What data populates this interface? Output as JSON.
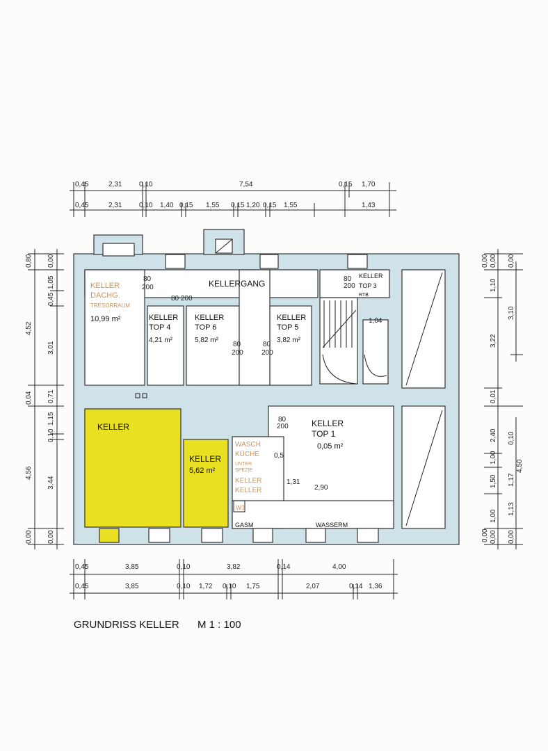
{
  "title": "GRUNDRISS KELLER",
  "scale": "M 1 : 100",
  "colors": {
    "wall": "#cfe2ea",
    "highlight": "#e8e020",
    "note": "#c9955a"
  },
  "rooms": {
    "kellergang": "KELLERGANG",
    "dach_line1": "KELLER",
    "dach_line2": "DACHG.",
    "dach_line3": "TRESORRAUM",
    "dach_area": "10,99 m²",
    "top4_line1": "KELLER",
    "top4_line2": "TOP 4",
    "top4_area": "4,21 m²",
    "top6_line1": "KELLER",
    "top6_line2": "TOP 6",
    "top6_area": "5,82 m²",
    "top5_line1": "KELLER",
    "top5_line2": "TOP 5",
    "top5_area": "3,82 m²",
    "top3_line1": "KELLER",
    "top3_line2": "TOP 3",
    "top3_line3": "RTB",
    "top1_line1": "KELLER",
    "top1_line2": "TOP 1",
    "top1_area": "0,05 m²",
    "keller_big": "KELLER",
    "keller_small": "KELLER",
    "keller_small_area": "5,62 m²",
    "wasch1": "WASCH",
    "wasch2": "KÜCHE",
    "wasch3": "UNTER",
    "wasch4": "SPEZIE",
    "wasch5": "KELLER",
    "wasch6": "KELLER",
    "w1": "W1",
    "gasm": "GASM",
    "wasserm": "WASSERM"
  },
  "doors": {
    "d1a": "80",
    "d1b": "200",
    "d2a": "80",
    "d2b": "200",
    "d3a": "80",
    "d3b": "200",
    "d4a": "80",
    "d4b": "200",
    "d5a": "80",
    "d5b": "200",
    "d6": "80 200",
    "d7": "1,04",
    "d8": "2,90",
    "d9": "1,31",
    "d10": "0,5"
  },
  "dims_top1": [
    "0,45",
    "2,31",
    "0,10",
    "7,54",
    "0,15",
    "1,70"
  ],
  "dims_top2": [
    "0,45",
    "2,31",
    "0,10",
    "1,40",
    "0,15",
    "1,55",
    "0,15",
    "1,20",
    "0,15",
    "1,55",
    "1,43"
  ],
  "dims_bot1": [
    "0,45",
    "3,85",
    "0,10",
    "3,82",
    "0,14",
    "4,00"
  ],
  "dims_bot2": [
    "0,45",
    "3,85",
    "0,10",
    "1,72",
    "0,10",
    "1,75",
    "2,07",
    "0,14",
    "1,36"
  ],
  "dims_left1": [
    "0,80",
    "4,52",
    "0,04",
    "4,56",
    "0,00"
  ],
  "dims_left2": [
    "0,00",
    "1,05",
    "0,45",
    "3,01",
    "0,71",
    "1,15",
    "0,10",
    "3,44",
    "0,00"
  ],
  "dims_right1": [
    "0,00",
    "1,10",
    "3,22",
    "0,01",
    "2,40",
    "1,00",
    "1,50",
    "1,00",
    "0,00"
  ],
  "dims_right2": [
    "0,00",
    "3,10",
    "0,10",
    "1,17",
    "1,13",
    "0,00"
  ],
  "dims_right3": [
    "0,00",
    "4,50",
    "0,00"
  ]
}
